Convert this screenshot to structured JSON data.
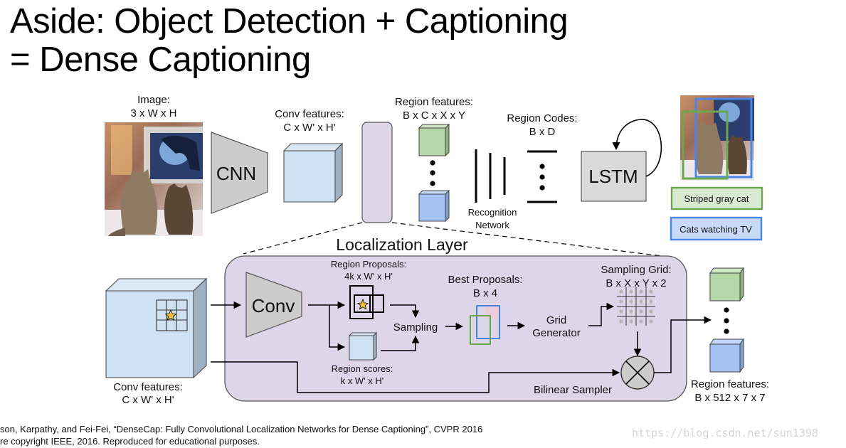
{
  "slide": {
    "title_line1": "Aside: Object Detection + Captioning",
    "title_line2": "= Dense Captioning"
  },
  "top_row": {
    "image_label": "Image:",
    "image_dims": "3 x W x H",
    "cnn_label": "CNN",
    "conv_features_label": "Conv features:",
    "conv_features_dims": "C x W' x H'",
    "region_features_label": "Region features:",
    "region_features_dims": "B x C x X x Y",
    "recognition_label_1": "Recognition",
    "recognition_label_2": "Network",
    "region_codes_label": "Region Codes:",
    "region_codes_dims": "B x D",
    "lstm_label": "LSTM",
    "captions": [
      {
        "text": "Striped gray cat",
        "color": "#6aa84f",
        "fill": "#d9ead3"
      },
      {
        "text": "Cats watching TV",
        "color": "#4a86e8",
        "fill": "#c9daf8"
      }
    ]
  },
  "localization": {
    "title": "Localization Layer",
    "conv_features_label": "Conv features:",
    "conv_features_dims": "C x W' x H'",
    "conv_label": "Conv",
    "region_proposals_label": "Region Proposals:",
    "region_proposals_dims": "4k x W' x H'",
    "region_scores_label": "Region scores:",
    "region_scores_dims": "k x W' x H'",
    "sampling_label": "Sampling",
    "best_proposals_label": "Best Proposals:",
    "best_proposals_dims": "B x 4",
    "grid_generator_1": "Grid",
    "grid_generator_2": "Generator",
    "sampling_grid_label": "Sampling Grid:",
    "sampling_grid_dims": "B x X x Y x 2",
    "bilinear_sampler_label": "Bilinear Sampler",
    "output_label": "Region features:",
    "output_dims": "B x 512 x 7 x 7"
  },
  "colors": {
    "panel_fill": "#ddd5e8",
    "cube_blue": "#cfe2f3",
    "cube_green": "#b6d7a8",
    "cube_region_blue": "#a4c2f4",
    "gray_block": "#cccccc",
    "star": "#f1c232"
  },
  "citation": {
    "line1": "son, Karpathy, and Fei-Fei, “DenseCap: Fully Convolutional Localization Networks for Dense Captioning”, CVPR 2016",
    "line2": "re copyright IEEE, 2016. Reproduced for educational purposes."
  },
  "watermark": "https://blog.csdn.net/sun1398"
}
